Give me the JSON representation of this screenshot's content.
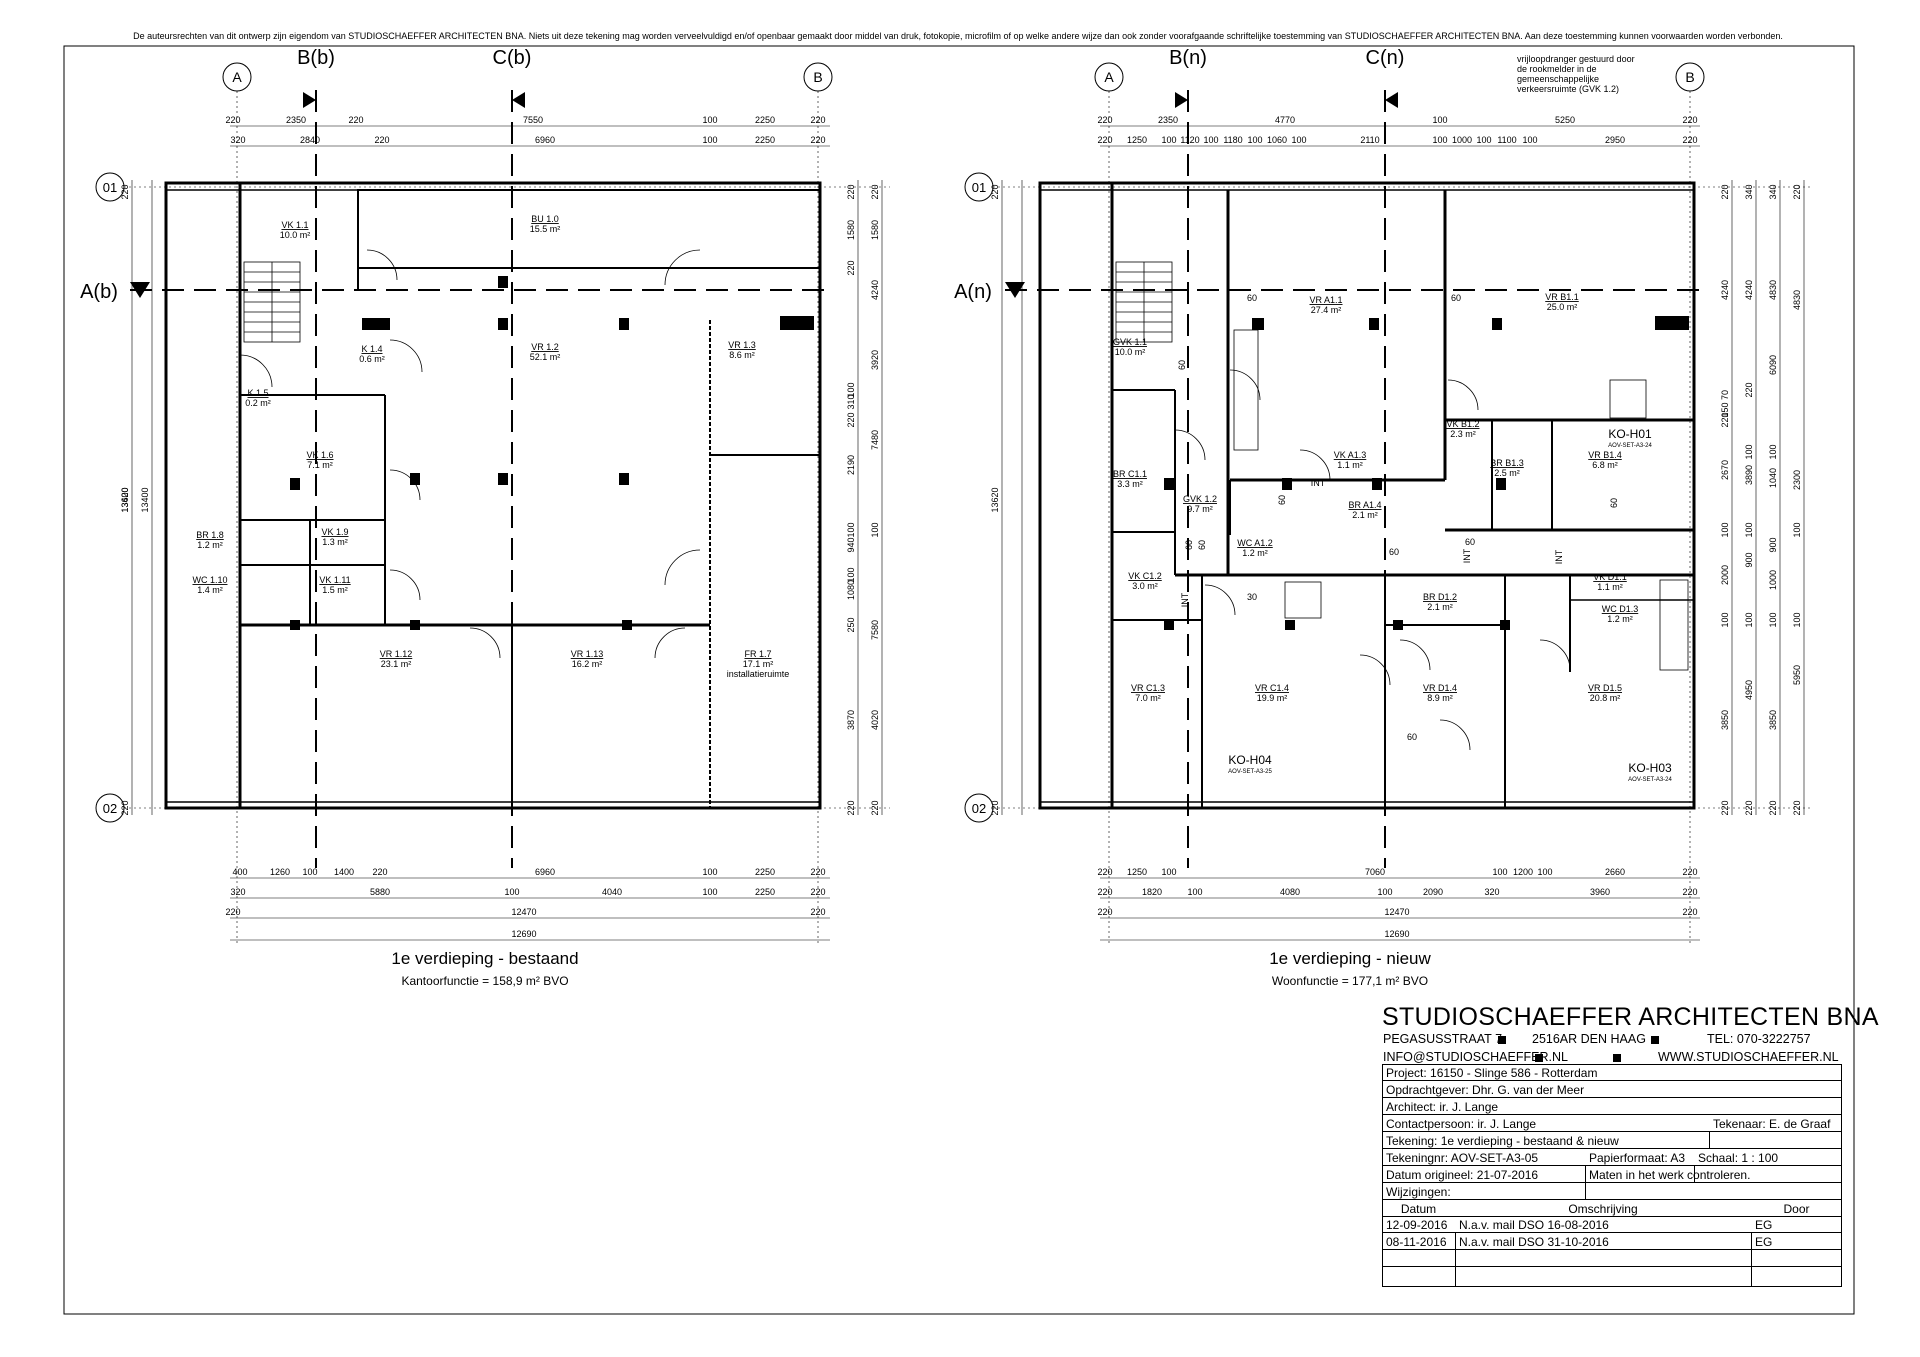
{
  "copyright": "De auteursrechten van dit ontwerp zijn eigendom van STUDIOSCHAEFFER ARCHITECTEN BNA. Niets uit deze tekening mag worden verveelvuldigd en/of openbaar gemaakt door middel van druk, fotokopie, microfilm of op welke andere wijze dan ook zonder voorafgaande schriftelijke toestemming van STUDIOSCHAEFFER ARCHITECTEN BNA. Aan deze toestemming kunnen voorwaarden worden verbonden.",
  "left_plan": {
    "grid_columns": [
      "A",
      "B"
    ],
    "section_labels": [
      "B(b)",
      "C(b)",
      "A(b)"
    ],
    "grid_rows": [
      "01",
      "02"
    ],
    "title": "1e verdieping - bestaand",
    "subtitle": "Kantoorfunctie  = 158,9 m² BVO",
    "dims_top1": [
      "220",
      "2350",
      "220",
      "7550",
      "100",
      "2250",
      "220"
    ],
    "dims_top2": [
      "320",
      "2840",
      "220",
      "6960",
      "100",
      "2250",
      "220"
    ],
    "dims_bottom1": [
      "400",
      "1260",
      "100",
      "1400",
      "220",
      "6960",
      "100",
      "2250",
      "220"
    ],
    "dims_bottom2": [
      "320",
      "5880",
      "100",
      "4040",
      "100",
      "2250",
      "220"
    ],
    "dims_bottom3": [
      "220",
      "12470",
      "220"
    ],
    "dims_bottom4": [
      "12690"
    ],
    "dims_left": [
      "220",
      "13620",
      "13400",
      "220"
    ],
    "dims_right1": [
      "220",
      "1580",
      "220",
      "100",
      "310",
      "220",
      "2190",
      "100",
      "940",
      "100",
      "1080",
      "250",
      "3870",
      "220"
    ],
    "dims_right2": [
      "220",
      "1580",
      "4240",
      "3920",
      "7480",
      "100",
      "7580",
      "4020",
      "220"
    ],
    "rooms": [
      {
        "name": "VK 1.1",
        "area": "10.0 m²"
      },
      {
        "name": "BU 1.0",
        "area": "15.5 m²"
      },
      {
        "name": "K 1.4",
        "area": "0.6 m²"
      },
      {
        "name": "VR 1.2",
        "area": "52.1 m²"
      },
      {
        "name": "VR 1.3",
        "area": "8.6 m²"
      },
      {
        "name": "K 1.5",
        "area": "0.2 m²"
      },
      {
        "name": "VK 1.6",
        "area": "7.1 m²"
      },
      {
        "name": "BR 1.8",
        "area": "1.2 m²"
      },
      {
        "name": "VK 1.9",
        "area": "1.3 m²"
      },
      {
        "name": "WC 1.10",
        "area": "1.4 m²"
      },
      {
        "name": "VK 1.11",
        "area": "1.5 m²"
      },
      {
        "name": "VR 1.12",
        "area": "23.1 m²"
      },
      {
        "name": "VR 1.13",
        "area": "16.2 m²"
      },
      {
        "name": "FR 1.7",
        "area": "17.1 m²",
        "note": "installatieruimte"
      }
    ]
  },
  "right_plan": {
    "grid_columns": [
      "A",
      "B"
    ],
    "section_labels": [
      "B(n)",
      "C(n)",
      "A(n)"
    ],
    "grid_rows": [
      "01",
      "02"
    ],
    "title": "1e verdieping - nieuw",
    "subtitle": "Woonfunctie  = 177,1 m² BVO",
    "note": [
      "vrijloopdranger gestuurd door",
      "de rookmelder in de",
      "gemeenschappelijke",
      "verkeersruimte (GVK 1.2)"
    ],
    "dims_top1": [
      "220",
      "2350",
      "4770",
      "100",
      "5250",
      "220"
    ],
    "dims_top2": [
      "220",
      "1250",
      "100",
      "1120",
      "100",
      "1180",
      "100",
      "1060",
      "100",
      "2110",
      "100",
      "1000",
      "100",
      "1100",
      "100",
      "2950",
      "220"
    ],
    "dims_bottom1": [
      "220",
      "1250",
      "100",
      "7060",
      "100",
      "1200",
      "100",
      "2660",
      "220"
    ],
    "dims_bottom2": [
      "220",
      "1820",
      "100",
      "4080",
      "100",
      "2090",
      "320",
      "3960",
      "220"
    ],
    "dims_bottom3": [
      "220",
      "12470",
      "220"
    ],
    "dims_bottom4": [
      "12690"
    ],
    "dims_left": [
      "220",
      "13620",
      "220"
    ],
    "dims_right1": [
      "220",
      "4240",
      "70",
      "150",
      "220",
      "2670",
      "100",
      "2000",
      "100",
      "3850",
      "220"
    ],
    "dims_right2": [
      "340",
      "4240",
      "220",
      "100",
      "3890",
      "100",
      "900",
      "100",
      "4950",
      "220"
    ],
    "dims_right3": [
      "340",
      "4830",
      "6090",
      "100",
      "1040",
      "900",
      "1000",
      "100",
      "3850",
      "220"
    ],
    "dims_right4": [
      "220",
      "4830",
      "2300",
      "100",
      "100",
      "5950",
      "220"
    ],
    "markers": [
      "60",
      "60",
      "60",
      "60",
      "60",
      "60",
      "60",
      "60",
      "30",
      "60",
      "60",
      "INT",
      "INT",
      "INT",
      "INT"
    ],
    "rooms": [
      {
        "name": "VR A1.1",
        "area": "27.4 m²"
      },
      {
        "name": "VR B1.1",
        "area": "25.0 m²"
      },
      {
        "name": "GVK 1.1",
        "area": "10.0 m²"
      },
      {
        "name": "VK B1.2",
        "area": "2.3 m²"
      },
      {
        "name": "KO-H01",
        "area": "AOV-SET-A3-24"
      },
      {
        "name": "VK A1.3",
        "area": "1.1 m²"
      },
      {
        "name": "BR B1.3",
        "area": "2.5 m²"
      },
      {
        "name": "VR B1.4",
        "area": "6.8 m²"
      },
      {
        "name": "BR C1.1",
        "area": "3.3 m²"
      },
      {
        "name": "GVK 1.2",
        "area": "9.7 m²"
      },
      {
        "name": "BR A1.4",
        "area": "2.1 m²"
      },
      {
        "name": "WC A1.2",
        "area": "1.2 m²"
      },
      {
        "name": "VK C1.2",
        "area": "3.0 m²"
      },
      {
        "name": "BR D1.2",
        "area": "2.1 m²"
      },
      {
        "name": "VK D1.1",
        "area": "1.1 m²"
      },
      {
        "name": "WC D1.3",
        "area": "1.2 m²"
      },
      {
        "name": "VR C1.3",
        "area": "7.0 m²"
      },
      {
        "name": "VR C1.4",
        "area": "19.9 m²"
      },
      {
        "name": "VR D1.4",
        "area": "8.9 m²"
      },
      {
        "name": "VR D1.5",
        "area": "20.8 m²"
      },
      {
        "name": "KO-H04",
        "area": "AOV-SET-A3-25"
      },
      {
        "name": "KO-H03",
        "area": "AOV-SET-A3-24"
      }
    ]
  },
  "company": {
    "name": "STUDIOSCHAEFFER ARCHITECTEN BNA",
    "street": "PEGASUSSTRAAT 7",
    "city": "2516AR DEN HAAG",
    "phone": "TEL: 070-3222757",
    "email": "INFO@STUDIOSCHAEFFER.NL",
    "web": "WWW.STUDIOSCHAEFFER.NL"
  },
  "title_block": {
    "project": "Project: 16150 - Slinge 586 - Rotterdam",
    "client": "Opdrachtgever: Dhr. G. van der Meer",
    "architect": "Architect: ir. J. Lange",
    "contact": "Contactpersoon: ir. J. Lange",
    "drafter": "Tekenaar: E. de Graaf",
    "drawing": "Tekening: 1e verdieping - bestaand & nieuw",
    "drawing_no": "Tekeningnr: AOV-SET-A3-05",
    "paper": "Papierformaat: A3",
    "scale": "Schaal:   1 : 100",
    "date_original": "Datum origineel: 21-07-2016",
    "note": "Maten in het werk controleren.",
    "changes_label": "Wijzigingen:",
    "col_date": "Datum",
    "col_desc": "Omschrijving",
    "col_by": "Door",
    "changes": [
      {
        "date": "12-09-2016",
        "desc": "N.a.v. mail DSO 16-08-2016",
        "by": "EG"
      },
      {
        "date": "08-11-2016",
        "desc": "N.a.v. mail DSO 31-10-2016",
        "by": "EG"
      }
    ]
  },
  "colors": {
    "ink": "#000000",
    "paper": "#ffffff"
  }
}
